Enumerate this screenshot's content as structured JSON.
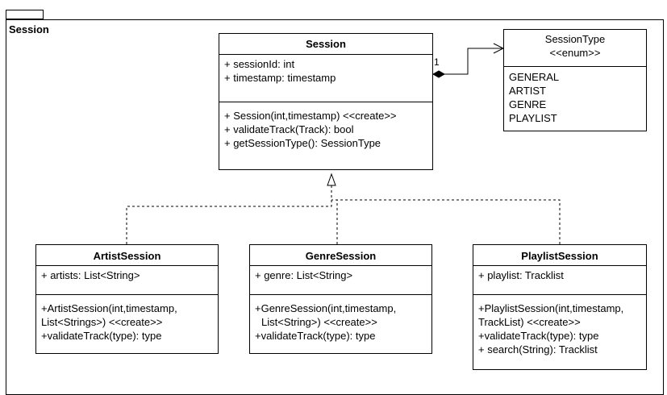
{
  "package": {
    "name": "Session"
  },
  "session": {
    "name": "Session",
    "attributes": [
      "+ sessionId: int",
      "+ timestamp: timestamp"
    ],
    "methods": [
      "+ Session(int,timestamp) <<create>>",
      "+ validateTrack(Track): bool",
      "+ getSessionType(): SessionType"
    ]
  },
  "session_type": {
    "name": "SessionType",
    "stereotype": "<<enum>>",
    "values": [
      "GENERAL",
      "ARTIST",
      "GENRE",
      "PLAYLIST"
    ]
  },
  "composition": {
    "multiplicity": "1"
  },
  "artist_session": {
    "name": "ArtistSession",
    "attributes": [
      "+ artists: List<String>"
    ],
    "methods": [
      "+ArtistSession(int,timestamp,",
      "List<Strings>) <<create>>",
      "+validateTrack(type): type"
    ]
  },
  "genre_session": {
    "name": "GenreSession",
    "attributes": [
      "+ genre: List<String>"
    ],
    "methods": [
      "+GenreSession(int,timestamp,",
      "List<String>) <<create>>",
      "+validateTrack(type): type"
    ]
  },
  "playlist_session": {
    "name": "PlaylistSession",
    "attributes": [
      "+ playlist: Tracklist"
    ],
    "methods": [
      "+PlaylistSession(int,timestamp,",
      "TrackList) <<create>>",
      "+validateTrack(type): type",
      "+ search(String): Tracklist"
    ]
  }
}
